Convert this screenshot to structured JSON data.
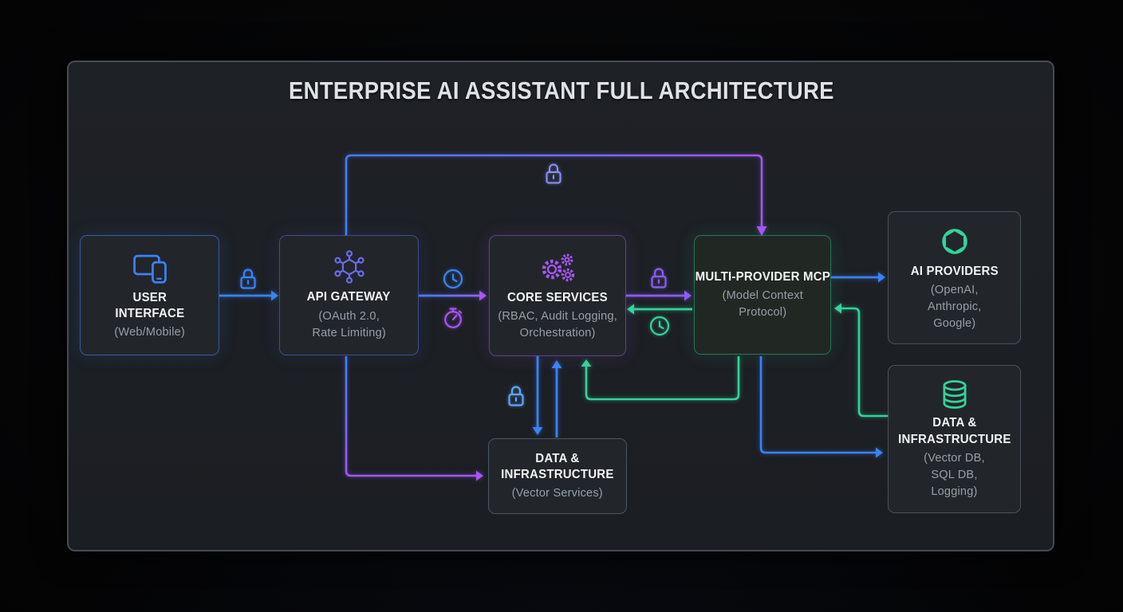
{
  "title": "ENTERPRISE AI ASSISTANT FULL ARCHITECTURE",
  "colors": {
    "blue": "#3b82f6",
    "indigo": "#6a6cf0",
    "purple": "#a855f7",
    "violet": "#8b5cf6",
    "green": "#34d399",
    "panel_background": "#1d2024",
    "panel_border": "#454b54",
    "node_background": "#22262b"
  },
  "nodes": {
    "user_interface": {
      "title": "USER INTERFACE",
      "title_lines": [
        "USER",
        "INTERFACE"
      ],
      "subtitle": "(Web/Mobile)",
      "subtitle_lines": [
        "(Web/Mobile)"
      ],
      "icon": "devices-icon",
      "accent": "#3b82f6"
    },
    "api_gateway": {
      "title": "API GATEWAY",
      "title_lines": [
        "API GATEWAY"
      ],
      "subtitle": "(OAuth 2.0, Rate Limiting)",
      "subtitle_lines": [
        "(OAuth 2.0,",
        "Rate Limiting)"
      ],
      "icon": "network-hub-icon",
      "accent": "#6a6cf0"
    },
    "core_services": {
      "title": "CORE SERVICES",
      "title_lines": [
        "CORE SERVICES"
      ],
      "subtitle": "(RBAC, Audit Logging, Orchestration)",
      "subtitle_lines": [
        "(RBAC, Audit Logging,",
        "Orchestration)"
      ],
      "icon": "gears-icon",
      "accent": "#a855f7"
    },
    "multi_provider_mcp": {
      "title": "MULTI-PROVIDER MCP",
      "title_lines": [
        "MULTI-PROVIDER MCP"
      ],
      "subtitle": "(Model Context Protocol)",
      "subtitle_lines": [
        "(Model Context",
        "Protocol)"
      ],
      "icon": null,
      "accent": "#34d399"
    },
    "ai_providers": {
      "title": "AI PROVIDERS",
      "title_lines": [
        "AI PROVIDERS"
      ],
      "subtitle": "(OpenAI, Anthropic, Google)",
      "subtitle_lines": [
        "(OpenAI,",
        "Anthropic,",
        "Google)"
      ],
      "icon": "openai-logo-icon",
      "accent": "#34d399"
    },
    "data_infrastructure_main": {
      "title": "DATA & INFRASTRUCTURE",
      "title_lines": [
        "DATA &",
        "INFRASTRUCTURE"
      ],
      "subtitle": "(Vector DB, SQL DB, Logging)",
      "subtitle_lines": [
        "(Vector DB,",
        "SQL DB,",
        "Logging)"
      ],
      "icon": "database-icon",
      "accent": "#34d399"
    },
    "data_infrastructure_vector": {
      "title": "DATA & INFRASTRUCTURE",
      "title_lines": [
        "DATA &",
        "INFRASTRUCTURE"
      ],
      "subtitle": "(Vector Services)",
      "subtitle_lines": [
        "(Vector Services)"
      ],
      "icon": null,
      "accent": "#7d91af"
    }
  },
  "edges": [
    {
      "from": "api_gateway",
      "to": "multi_provider_mcp",
      "route": "top",
      "color": "blue-to-purple",
      "badge": "lock-icon"
    },
    {
      "from": "user_interface",
      "to": "api_gateway",
      "color": "blue",
      "badge": "lock-icon"
    },
    {
      "from": "api_gateway",
      "to": "core_services",
      "color": "blue-to-purple",
      "badges": [
        "clock-icon",
        "stopwatch-icon"
      ]
    },
    {
      "from": "core_services",
      "to": "multi_provider_mcp",
      "color": "violet",
      "badge": "lock-icon"
    },
    {
      "from": "multi_provider_mcp",
      "to": "core_services",
      "color": "green",
      "badge": "clock-icon"
    },
    {
      "from": "multi_provider_mcp",
      "to": "ai_providers",
      "color": "blue"
    },
    {
      "from": "data_infrastructure_main",
      "to": "multi_provider_mcp",
      "color": "green"
    },
    {
      "from": "multi_provider_mcp",
      "to": "data_infrastructure_main",
      "route": "bottom",
      "color": "blue"
    },
    {
      "from": "multi_provider_mcp",
      "to": "core_services",
      "route": "bottom",
      "color": "green"
    },
    {
      "from": "core_services",
      "to": "data_infrastructure_vector",
      "color": "blue",
      "badge": "lock-icon"
    },
    {
      "from": "data_infrastructure_vector",
      "to": "core_services",
      "color": "blue"
    },
    {
      "from": "api_gateway",
      "to": "data_infrastructure_vector",
      "color": "blue-to-purple"
    }
  ]
}
